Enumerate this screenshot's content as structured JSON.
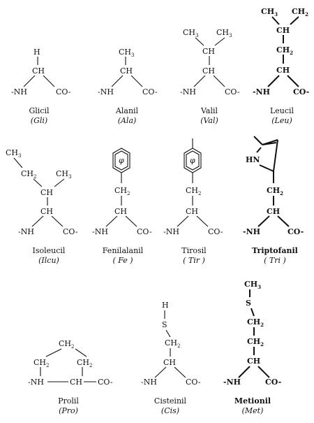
{
  "residues": [
    {
      "key": "gli",
      "name": "Glicil",
      "abbr": "(Gli)",
      "side": [
        "H"
      ],
      "backbone": {
        "n": "-NH",
        "ca": "CH",
        "c": "CO-"
      }
    },
    {
      "key": "ala",
      "name": "Alanil",
      "abbr": "(Ala)",
      "side": [
        "CH3"
      ],
      "backbone": {
        "n": "-NH",
        "ca": "CH",
        "c": "CO-"
      }
    },
    {
      "key": "val",
      "name": "Valil",
      "abbr": "(Val)",
      "side": [
        "CH3",
        "CH3",
        "CH"
      ],
      "backbone": {
        "n": "-NH",
        "ca": "CH",
        "c": "CO-"
      }
    },
    {
      "key": "leu",
      "name": "Leucil",
      "abbr": "(Leu)",
      "side": [
        "CH3",
        "CH2",
        "CH",
        "CH2"
      ],
      "backbone": {
        "n": "-NH",
        "ca": "CH",
        "c": "CO-"
      }
    },
    {
      "key": "ilcu",
      "name": "Isoleucil",
      "abbr": "(Ilcu)",
      "side": [
        "CH3",
        "CH2",
        "CH3",
        "CH"
      ],
      "backbone": {
        "n": "-NH",
        "ca": "CH",
        "c": "CO-"
      }
    },
    {
      "key": "fe",
      "name": "Fenilalanil",
      "abbr": "( Fe )",
      "side": [
        "φ",
        "CH2"
      ],
      "backbone": {
        "n": "-NH",
        "ca": "CH",
        "c": "CO-"
      }
    },
    {
      "key": "tir",
      "name": "Tirosil",
      "abbr": "( Tir )",
      "side": [
        "φ",
        "CH2"
      ],
      "backbone": {
        "n": "-NH",
        "ca": "CH",
        "c": "CO-"
      }
    },
    {
      "key": "tri",
      "name": "Triptofanil",
      "abbr": "( Tri )",
      "side": [
        "HN",
        "CH2"
      ],
      "backbone": {
        "n": "-NH",
        "ca": "CH",
        "c": "CO-"
      }
    },
    {
      "key": "pro",
      "name": "Prolil",
      "abbr": "(Pro)",
      "side": [
        "CH2",
        "CH2",
        "CH2"
      ],
      "backbone": {
        "n": "-NH",
        "ca": "CH",
        "c": "CO-"
      }
    },
    {
      "key": "cis",
      "name": "Cisteinil",
      "abbr": "(Cis)",
      "side": [
        "H",
        "S",
        "CH2"
      ],
      "backbone": {
        "n": "-NH",
        "ca": "CH",
        "c": "CO-"
      }
    },
    {
      "key": "met",
      "name": "Metionil",
      "abbr": "(Met)",
      "side": [
        "CH3",
        "S",
        "CH2",
        "CH2"
      ],
      "backbone": {
        "n": "-NH",
        "ca": "CH",
        "c": "CO-"
      }
    }
  ],
  "atoms": {
    "h": "H",
    "ch": "CH",
    "ch2": "CH2",
    "ch3": "CH3",
    "s": "S",
    "hn": "HN",
    "phi": "φ",
    "nh": "-NH",
    "nh_pro": "-NH",
    "co": "CO-"
  }
}
